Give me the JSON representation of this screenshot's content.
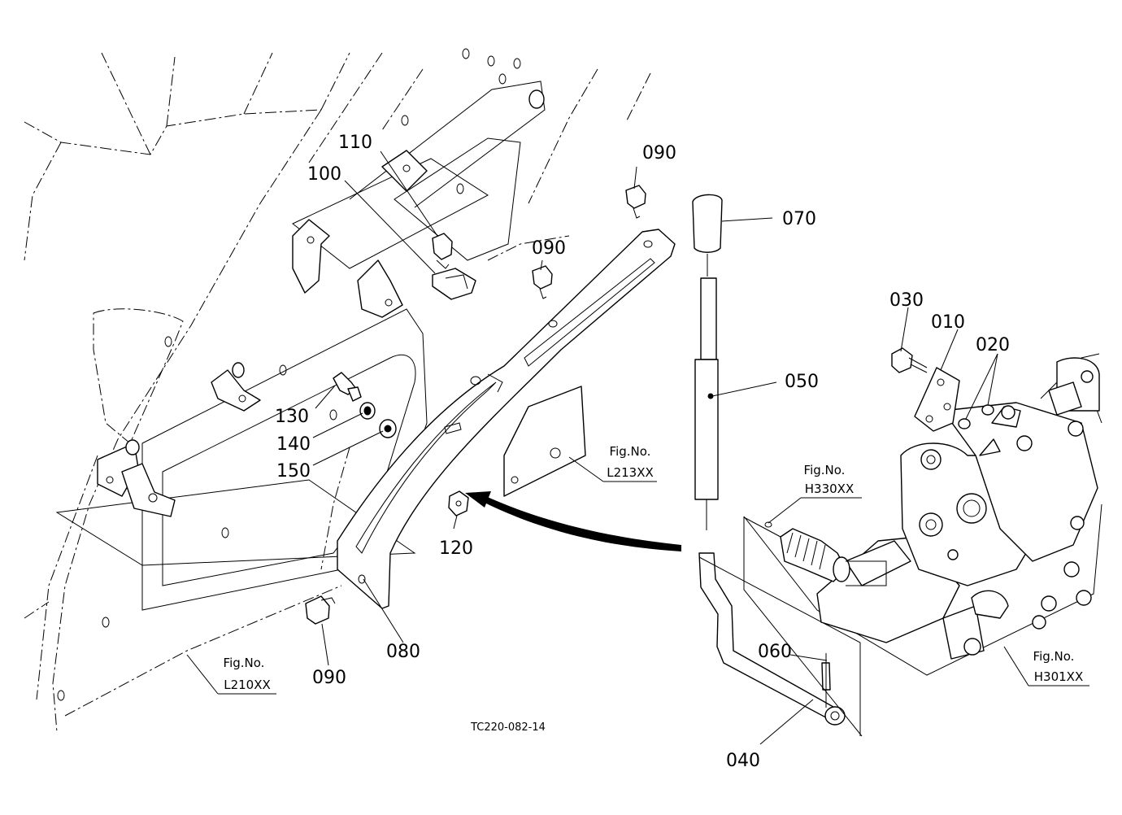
{
  "part_labels": {
    "p010": "010",
    "p020": "020",
    "p030": "030",
    "p040": "040",
    "p050": "050",
    "p060": "060",
    "p070": "070",
    "p080": "080",
    "p090a": "090",
    "p090b": "090",
    "p090c": "090",
    "p100": "100",
    "p110": "110",
    "p120": "120",
    "p130": "130",
    "p140": "140",
    "p150": "150"
  },
  "figure_refs": {
    "l213": {
      "label": "Fig.No.",
      "code": "L213XX"
    },
    "h330": {
      "label": "Fig.No.",
      "code": "H330XX"
    },
    "h301": {
      "label": "Fig.No.",
      "code": "H301XX"
    },
    "l210": {
      "label": "Fig.No.",
      "code": "L210XX"
    }
  },
  "drawing_code": "TC220-082-14"
}
